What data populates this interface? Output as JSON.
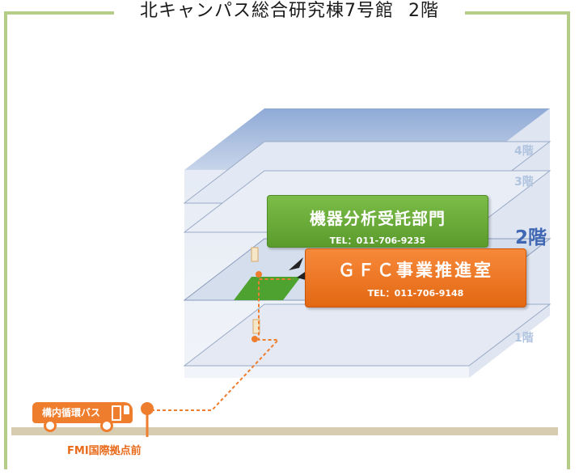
{
  "title": {
    "building": "北キャンパス総合研究棟7号館",
    "floor": "2階"
  },
  "floors": {
    "f4": "4階",
    "f3": "3階",
    "f2": "2階",
    "f1": "1階"
  },
  "offices": [
    {
      "name": "機器分析受託部門",
      "tel": "TEL：011-706-9235"
    },
    {
      "name": "ＧＦＣ事業推進室",
      "tel": "TEL：011-706-9148"
    }
  ],
  "bus": {
    "label": "構内循環バス",
    "stop": "FMI国際拠点前"
  },
  "colors": {
    "frame": "#b6cd8a",
    "green": "#6aab38",
    "orange": "#ee7d2e",
    "current_floor": "#3f67b3",
    "ground": "#d8ccb0"
  }
}
